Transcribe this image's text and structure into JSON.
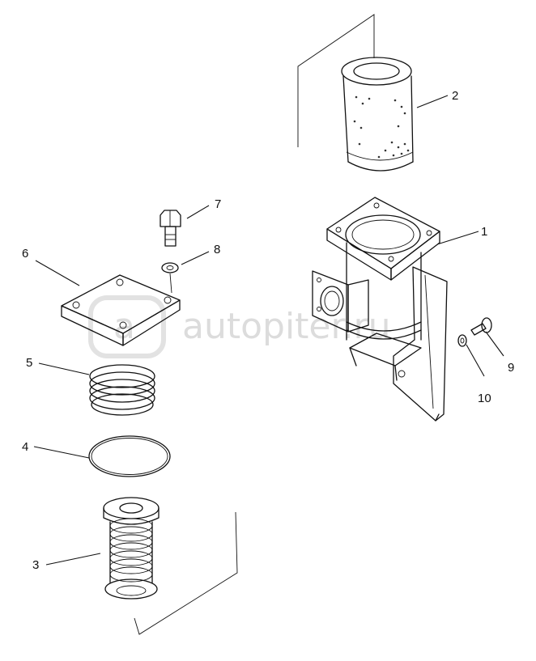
{
  "diagram": {
    "callouts": [
      "1",
      "2",
      "3",
      "4",
      "5",
      "6",
      "7",
      "8",
      "9",
      "10"
    ]
  },
  "watermark": {
    "text": "autopiter.ru"
  }
}
